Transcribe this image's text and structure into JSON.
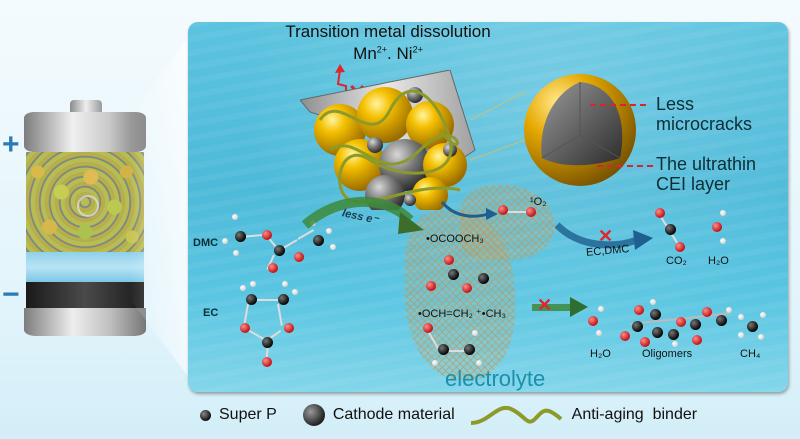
{
  "battery": {
    "positive_sign": "+",
    "negative_sign": "−"
  },
  "header": {
    "title": "Transition metal dissolution",
    "ion1": "Mn",
    "ion1_charge": "2+",
    "separator": ".",
    "ion2": "Ni",
    "ion2_charge": "2+"
  },
  "particle_callouts": {
    "less_microcracks_line1": "Less",
    "less_microcracks_line2": "microcracks",
    "cei_line1": "The ultrathin",
    "cei_line2": "CEI layer"
  },
  "reactants": {
    "dmc": "DMC",
    "ec": "EC",
    "arrow_label": "less e⁻"
  },
  "intermediates": {
    "singlet_oxygen": "¹O₂",
    "ocoooch3": "•OCOOCH₃",
    "och_ch2": "•OCH=CH₂ ⁺•CH₃"
  },
  "blocked_path_1": {
    "label": "EC,DMC",
    "products": [
      "CO₂",
      "H₂O"
    ]
  },
  "blocked_path_2": {
    "products": [
      "H₂O",
      "Oligomers",
      "CH₄"
    ]
  },
  "electrolyte_label": "electrolyte",
  "legend": {
    "items": [
      {
        "label": "Super P"
      },
      {
        "label": "Cathode material"
      },
      {
        "label": "Anti-aging  binder"
      }
    ]
  },
  "colors": {
    "panel_blue": "#4dbad9",
    "gold": "#f0b400",
    "binder": "#8c9a2a",
    "oxygen_red": "#c11212",
    "arrow_green": "#3c8a3c",
    "arrow_blue": "#1d5f8f",
    "cross_red": "#e0252d",
    "electrolyte_text": "#1b8fab"
  }
}
